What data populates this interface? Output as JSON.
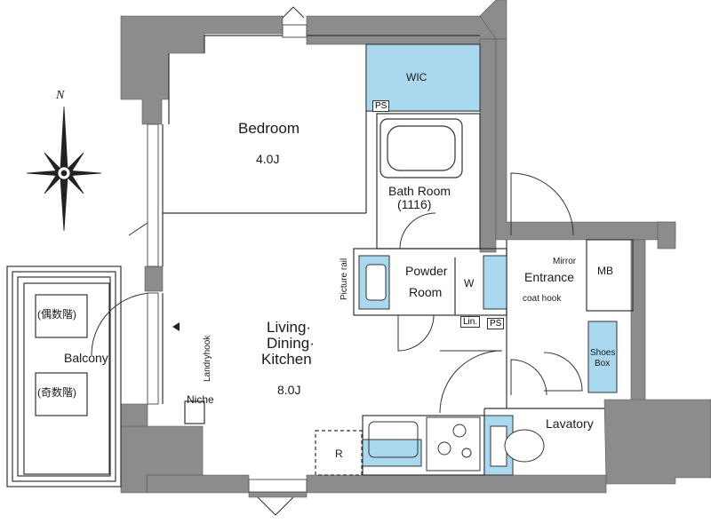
{
  "rooms": {
    "bedroom": {
      "name": "Bedroom",
      "size": "4.0J"
    },
    "ldk": {
      "line1": "Living·",
      "line2": "Dining·",
      "line3": "Kitchen",
      "size": "8.0J"
    },
    "wic": "WIC",
    "bath": {
      "name": "Bath Room",
      "model": "(1116)"
    },
    "powder": {
      "line1": "Powder",
      "line2": "Room"
    },
    "entrance": "Entrance",
    "mb": "MB",
    "shoes": {
      "line1": "Shoes",
      "line2": "Box"
    },
    "lavatory": "Lavatory",
    "balcony": "Balcony"
  },
  "labels": {
    "ps_top": "PS",
    "ps_mid": "PS",
    "lin": "Lin.",
    "w": "W",
    "mirror": "Mirror",
    "coat_hook": "coat hook",
    "picture_rail": "Picture rail",
    "landryhook": "Landryhook",
    "niche": "Niche",
    "refrigerator": "R",
    "outdoor_unit_even": "(偶数階)",
    "outdoor_unit_odd": "(奇数階)",
    "north": "N"
  },
  "colors": {
    "wall": "#8c8c8c",
    "fixture_blue": "#a9d8ef",
    "line": "#333333"
  }
}
